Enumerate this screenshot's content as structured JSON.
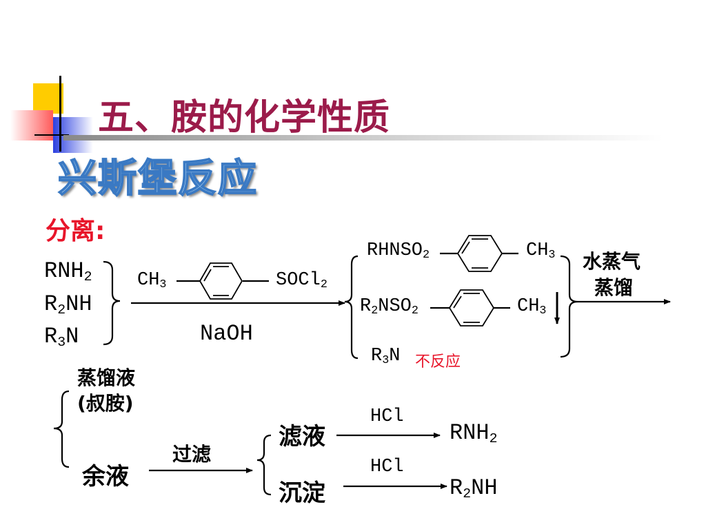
{
  "title": "五、胺的化学性质",
  "subtitle": "兴斯堡反应",
  "section_label": "分离:",
  "reactants": {
    "amine1": "RNH",
    "amine1_sub": "2",
    "amine2_a": "R",
    "amine2_sub": "2",
    "amine2_b": "NH",
    "amine3_a": "R",
    "amine3_sub": "3",
    "amine3_b": "N"
  },
  "reagent": {
    "left": "CH",
    "left_sub": "3",
    "right": "SOCl",
    "right_sub": "2",
    "below": "NaOH"
  },
  "products": {
    "p1_left": "RHNSO",
    "p1_sub": "2",
    "p1_right": "CH",
    "p1_right_sub": "3",
    "p2_a": "R",
    "p2_a_sub": "2",
    "p2_b": "NSO",
    "p2_b_sub": "2",
    "p2_right": "CH",
    "p2_right_sub": "3",
    "p3_a": "R",
    "p3_a_sub": "3",
    "p3_b": "N",
    "p3_note": "不反应"
  },
  "steam_line1": "水蒸气",
  "steam_line2": "蒸馏",
  "distillate_line1": "蒸馏液",
  "distillate_line2": "(叔胺)",
  "residue": "余液",
  "filter_label": "过滤",
  "filtrate": "滤液",
  "precipitate": "沉淀",
  "hcl1": "HCl",
  "hcl2": "HCl",
  "final1": "RNH",
  "final1_sub": "2",
  "final2_a": "R",
  "final2_sub": "2",
  "final2_b": "NH",
  "colors": {
    "title": "#9b1b4a",
    "subtitle_fill": "#b8dcf5",
    "subtitle_stroke": "#3a79c3",
    "red": "#e8152a",
    "deco_yellow": "#ffcc00",
    "deco_blue": "#2b3fe0",
    "deco_red": "#ff5a5a"
  }
}
